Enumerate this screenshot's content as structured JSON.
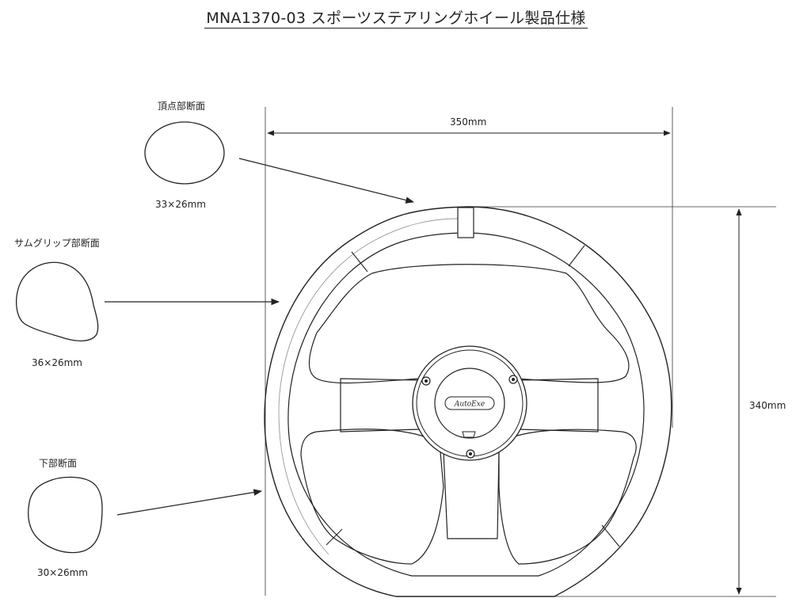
{
  "title": "MNA1370-03 スポーツステアリングホイール製品仕様",
  "sections": [
    {
      "label": "頂点部断面",
      "size": "33×26mm"
    },
    {
      "label": "サムグリップ部断面",
      "size": "36×26mm"
    },
    {
      "label": "下部断面",
      "size": "30×26mm"
    }
  ],
  "dimensions": {
    "width": "350mm",
    "height": "340mm"
  },
  "horn_logo": "AutoExe"
}
